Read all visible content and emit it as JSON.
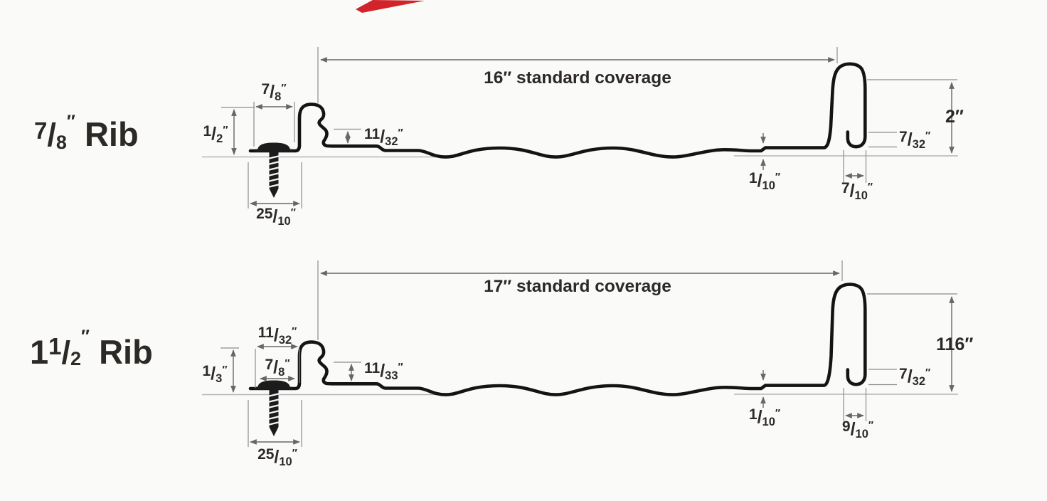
{
  "canvas": {
    "background": "#fafaf8",
    "profile_ink": "#141414",
    "dimension_gray": "#676767",
    "baseline_gray": "#b5b5b5",
    "text_color": "#2c2927",
    "logo_red": "#d2232a"
  },
  "glyphs": {
    "slash": "/"
  },
  "diagrams": [
    {
      "title": {
        "num": "7",
        "den": "8",
        "unit": "″",
        "word": " Rib"
      },
      "coverage_label": "16″ standard coverage",
      "dims": {
        "flange_width": {
          "num": "7",
          "den": "8",
          "unit": "″"
        },
        "seam_height": {
          "num": "1",
          "den": "2",
          "unit": "″"
        },
        "ledge_drop": {
          "num": "11",
          "den": "32",
          "unit": "″"
        },
        "fastener_width": {
          "num": "25",
          "den": "10",
          "unit": "″"
        },
        "pan_step": {
          "num": "1",
          "den": "10",
          "unit": "″"
        },
        "rib_height": "2″",
        "hem_height": {
          "num": "7",
          "den": "32",
          "unit": "″"
        },
        "rib_width": {
          "num": "7",
          "den": "10",
          "unit": "″"
        }
      }
    },
    {
      "title": {
        "lead": "1",
        "num": "1",
        "den": "2",
        "unit": "″",
        "word": " Rib"
      },
      "coverage_label": "17″ standard coverage",
      "dims": {
        "clip_width": {
          "num": "11",
          "den": "32",
          "unit": "″"
        },
        "flange_width": {
          "num": "7",
          "den": "8",
          "unit": "″"
        },
        "seam_height": {
          "num": "1",
          "den": "3",
          "unit": "″"
        },
        "ledge_drop": {
          "num": "11",
          "den": "33",
          "unit": "″"
        },
        "fastener_width": {
          "num": "25",
          "den": "10",
          "unit": "″"
        },
        "pan_step": {
          "num": "1",
          "den": "10",
          "unit": "″"
        },
        "rib_height": "116″",
        "hem_height": {
          "num": "7",
          "den": "32",
          "unit": "″"
        },
        "rib_width": {
          "num": "9",
          "den": "10",
          "unit": "″"
        }
      }
    }
  ]
}
